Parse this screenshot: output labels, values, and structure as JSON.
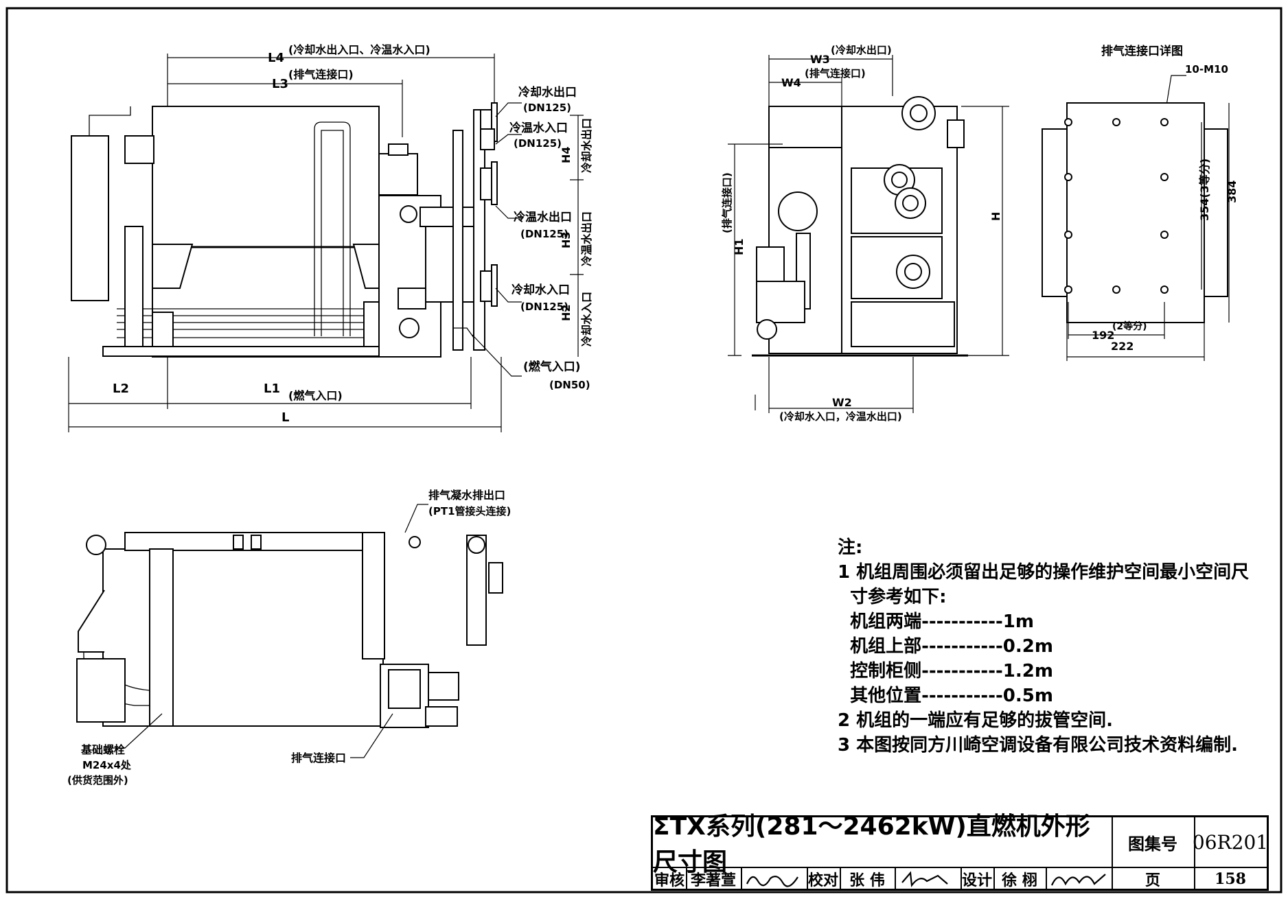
{
  "front_view": {
    "L4": "L4",
    "L4_note": "(冷却水出入口、冷温水入口)",
    "L3": "L3",
    "L3_note": "(排气连接口)",
    "L2": "L2",
    "L1": "L1",
    "L1_note": "(燃气入口)",
    "L": "L",
    "cw_out": "冷却水出口",
    "cw_out_dn": "(DN125)",
    "hw_in": "冷温水入口",
    "hw_in_dn": "(DN125)",
    "hw_out": "冷温水出口",
    "hw_out_dn": "(DN125)",
    "cw_in": "冷却水入口",
    "cw_in_dn": "(DN125)",
    "gas_in": "(燃气入口)",
    "gas_dn": "(DN50)",
    "H4": "H4",
    "H4_note": "冷却水出口",
    "H3": "H3",
    "H3_note": "冷温水出口",
    "H2": "H2",
    "H2_note": "冷却水入口"
  },
  "side_view": {
    "W3": "W3",
    "W3_note": "(冷却水出口)",
    "W4": "W4",
    "W4_note": "(排气连接口)",
    "H1": "H1",
    "H1_note": "(排气连接口)",
    "H": "H",
    "W2": "W2",
    "W2_note": "(冷却水入口，冷温水出口)"
  },
  "detail_view": {
    "title": "排气连接口详图",
    "bolts": "10-M10",
    "dim_354": "354(3等分)",
    "dim_384": "384",
    "dim_192": "192",
    "dim_192_note": "(2等分)",
    "dim_222": "222"
  },
  "plan_view": {
    "drain": "排气凝水排出口",
    "drain_note": "(PT1管接头连接)",
    "bolt": "基础螺栓",
    "bolt_spec": "M24x4处",
    "bolt_note": "(供货范围外)",
    "exhaust": "排气连接口"
  },
  "notes": {
    "heading": "注:",
    "line1": "1 机组周围必须留出足够的操作维护空间最小空间尺",
    "line1b": "  寸参考如下:",
    "item1": "  机组两端-----------1m",
    "item2": "  机组上部-----------0.2m",
    "item3": "  控制柜侧-----------1.2m",
    "item4": "  其他位置-----------0.5m",
    "line2": "2 机组的一端应有足够的拔管空间.",
    "line3": "3 本图按同方川崎空调设备有限公司技术资料编制."
  },
  "title_block": {
    "title": "ΣTX系列(281～2462kW)直燃机外形尺寸图",
    "atlas_label": "图集号",
    "atlas_no": "06R201",
    "review_label": "审核",
    "review_name": "李著萱",
    "check_label": "校对",
    "check_name": "张 伟",
    "design_label": "设计",
    "design_name": "徐 栩",
    "page_label": "页",
    "page_no": "158"
  }
}
